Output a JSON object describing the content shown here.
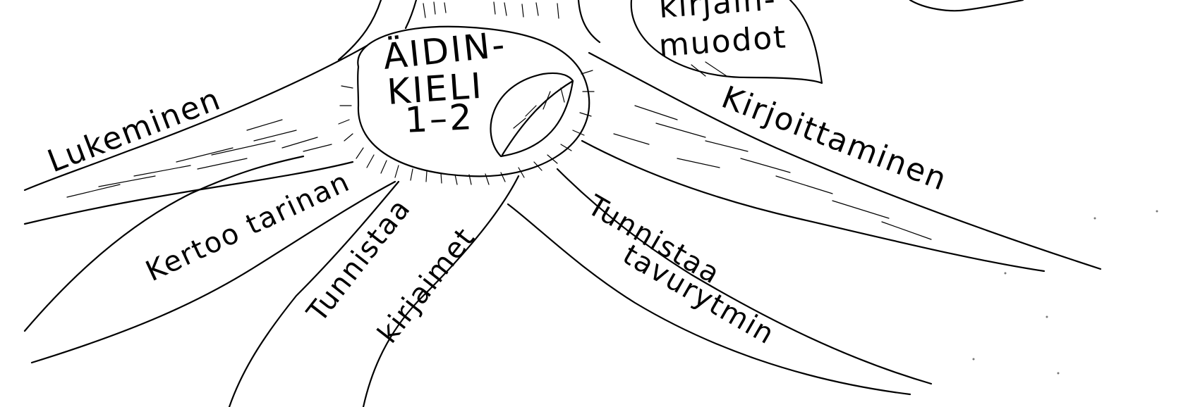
{
  "diagram": {
    "trunk_label": {
      "line1": "ÄIDIN-",
      "line2": "KIELI",
      "line3": "1–2"
    },
    "leaf_label": {
      "line1": "kirjain-",
      "line2": "muodot"
    },
    "root_labels": {
      "lukeminen": "Lukeminen",
      "kertoo_tarinan": "Kertoo tarinan",
      "tunnistaa": "Tunnistaa",
      "kirjaimet": "kirjaimet",
      "tunnistaa_2": "Tunnistaa",
      "tavurytmin": "tavurytmin",
      "kirjoittaminen": "Kirjoittaminen"
    }
  }
}
